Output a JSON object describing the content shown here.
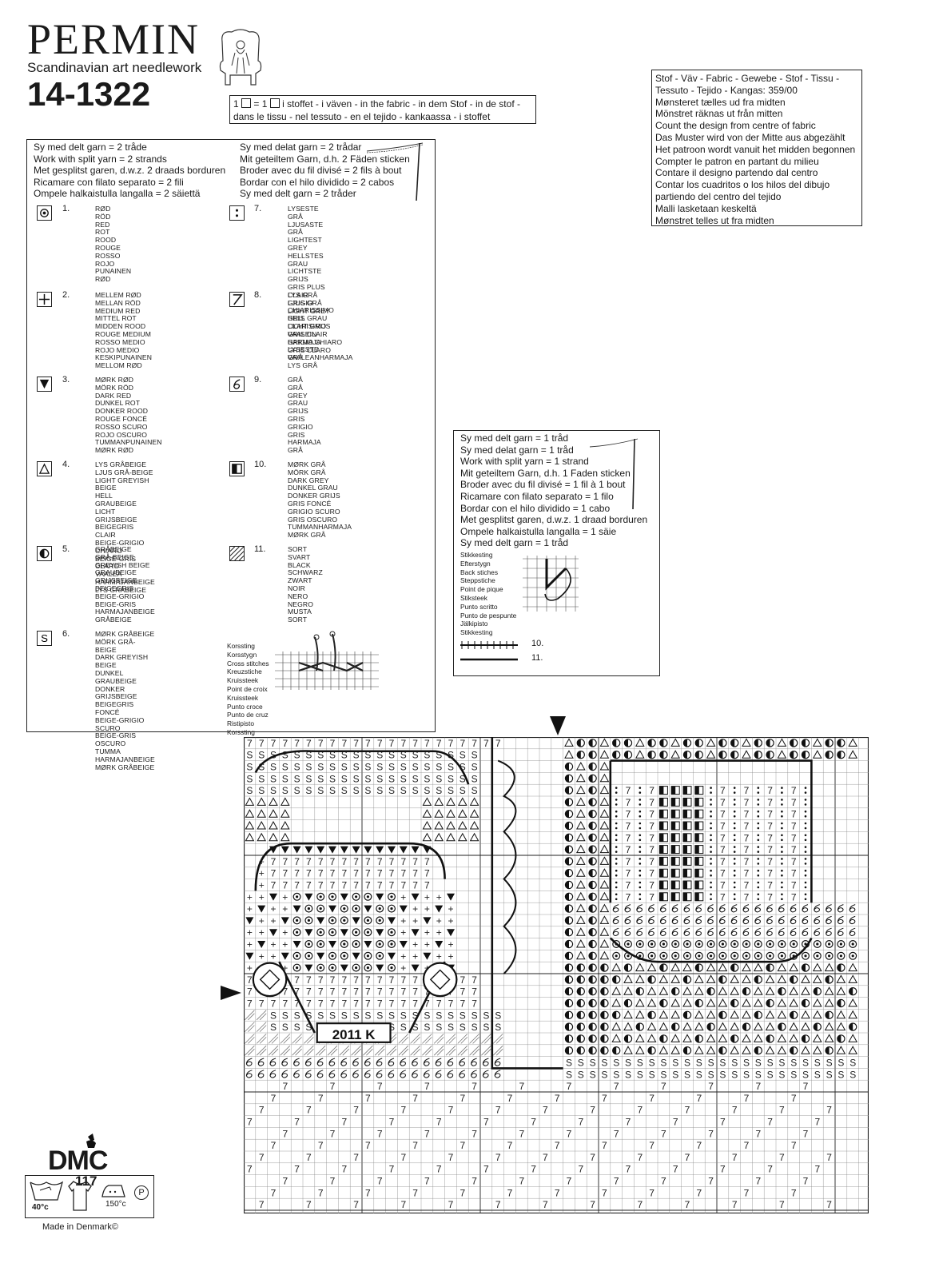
{
  "brand": {
    "name": "PERMIN",
    "tagline": "Scandinavian art needlework",
    "code": "14-1322"
  },
  "scale_note": {
    "line1": "= 1",
    "line1b": "i stoffet - i väven - in the fabric - in dem Stof - in de stof -",
    "line2": "dans le tissu - nel tessuto - en el tejido - kankaassa - i stoffet",
    "one": "1"
  },
  "fabric_info": [
    "Stof - Väv - Fabric - Gewebe - Stof - Tissu -",
    "Tessuto - Tejido - Kangas: 359/00",
    "Mønsteret tælles ud fra midten",
    "Mönstret räknas ut från mitten",
    "Count the design from centre of fabric",
    "Das Muster wird von der Mitte aus abgezählt",
    "Het patroon wordt vanuit het midden begonnen",
    "Compter le patron en partant du milieu",
    "Contare il designo partendo dal centro",
    "Contar los cuadritos o los hilos del dibujo",
    "partiendo del centro del tejido",
    "Malli lasketaan keskeltä",
    "Mønstret telles ut fra midten"
  ],
  "legend_header_left": [
    "Sy med delt garn = 2 tråde",
    "Work with split yarn = 2 strands",
    "Met gesplitst garen, d.w.z. 2 draads borduren",
    "Ricamare con filato separato = 2 fili",
    "Ompele halkaistulla langalla = 2 säiettä"
  ],
  "legend_header_right": [
    "Sy med delat garn = 2 trådar",
    "Mit geteiltem Garn, d.h. 2 Fäden sticken",
    "Broder avec du fil divisé = 2 fils à bout",
    "Bordar con el hilo dividido = 2 cabos",
    "Sy med delt garn = 2 tråder"
  ],
  "colors": [
    {
      "num": "1.",
      "icon": "dot-in-circle",
      "names": [
        "RØD",
        "RÖD",
        "RED",
        "ROT",
        "ROOD",
        "ROUGE",
        "ROSSO",
        "ROJO",
        "PUNAINEN",
        "RØD"
      ]
    },
    {
      "num": "2.",
      "icon": "plus",
      "names": [
        "MELLEM RØD",
        "MELLAN RÖD",
        "MEDIUM RED",
        "MITTEL ROT",
        "MIDDEN ROOD",
        "ROUGE MEDIUM",
        "ROSSO MEDIO",
        "ROJO MEDIO",
        "KESKIPUNAINEN",
        "MELLOM RØD"
      ]
    },
    {
      "num": "3.",
      "icon": "filled-down-triangle",
      "names": [
        "MØRK RØD",
        "MÖRK RÖD",
        "DARK RED",
        "DUNKEL ROT",
        "DONKER ROOD",
        "ROUGE FONCÉ",
        "ROSSO SCURO",
        "ROJO OSCURO",
        "TUMMANPUNAINEN",
        "MØRK RØD"
      ]
    },
    {
      "num": "4.",
      "icon": "open-triangle",
      "names": [
        "LYS GRÅBEIGE",
        "LJUS GRÅ-BEIGE",
        "LIGHT GREYISH BEIGE",
        "HELL GRAUBEIGE",
        "LICHT GRIJSBEIGE",
        "BEIGEGRIS CLAIR",
        "BEIGE-GRIGIO CHIARO",
        "BEIGE-GRIS CLARO",
        "VAALEA HARMAJANBEIGE",
        "LYS GRÅBEIGE"
      ]
    },
    {
      "num": "5.",
      "icon": "half-circle",
      "names": [
        "GRÅBEIGE",
        "GRÅ-BEIGE",
        "GREYISH BEIGE",
        "GRAUBEIGE",
        "GRIJSBEIGE",
        "BEIGEGRIS",
        "BEIGE-GRIGIO",
        "BEIGE-GRIS",
        "HARMAJANBEIGE",
        "GRÅBEIGE"
      ]
    },
    {
      "num": "6.",
      "icon": "letter-s",
      "names": [
        "MØRK GRÅBEIGE",
        "MÖRK GRÅ-BEIGE",
        "DARK GREYISH BEIGE",
        "DUNKEL GRAUBEIGE",
        "DONKER GRIJSBEIGE",
        "BEIGEGRIS FONCÉ",
        "BEIGE-GRIGIO SCURO",
        "BEIGE-GRIS OSCURO",
        "TUMMA HARMAJANBEIGE",
        "MØRK GRÅBEIGE"
      ]
    },
    {
      "num": "7.",
      "icon": "colon",
      "names": [
        "LYSESTE GRÅ",
        "LJUSASTE GRÅ",
        "LIGHTEST GREY",
        "HELLSTES GRAU",
        "LICHTSTE GRIJS",
        "GRIS PLUS CLAIR",
        "GRIGIO CHIARISSIMO",
        "GRIS CLARISIMO",
        "VAALEIN HARMAJA",
        "LYSESTE GRÅ"
      ]
    },
    {
      "num": "8.",
      "icon": "seven",
      "names": [
        "LYS GRÅ",
        "LJUS GRÅ",
        "LIGHT GREY",
        "HELL GRAU",
        "LICHT GRIJS",
        "GRIS CLAIR",
        "GRIGIO CHIARO",
        "GRIS CLARO",
        "VAALEANHARMAJA",
        "LYS GRÅ"
      ]
    },
    {
      "num": "9.",
      "icon": "six",
      "names": [
        "GRÅ",
        "GRÅ",
        "GREY",
        "GRAU",
        "GRIJS",
        "GRIS",
        "GRIGIO",
        "GRIS",
        "HARMAJA",
        "GRÅ"
      ]
    },
    {
      "num": "10.",
      "icon": "half-square",
      "names": [
        "MØRK GRÅ",
        "MÖRK GRÅ",
        "DARK GREY",
        "DUNKEL GRAU",
        "DONKER GRIJS",
        "GRIS FONCÉ",
        "GRIGIO SCURO",
        "GRIS OSCURO",
        "TUMMANHARMAJA",
        "MØRK GRÅ"
      ]
    },
    {
      "num": "11.",
      "icon": "hatched",
      "names": [
        "SORT",
        "SVART",
        "BLACK",
        "SCHWARZ",
        "ZWART",
        "NOIR",
        "NERO",
        "NEGRO",
        "MUSTA",
        "SORT"
      ]
    }
  ],
  "cross_stitch_labels": [
    "Korssting",
    "Korsstygn",
    "Cross stitches",
    "Kreuzstiche",
    "Kruissteek",
    "Point de croix",
    "Kruissteek",
    "Punto croce",
    "Punto de cruz",
    "Ristipisto",
    "Korssting"
  ],
  "split_box_lines": [
    "Sy med delt garn = 1 tråd",
    "Sy med delat garn = 1 tråd",
    "Work with split yarn = 1 strand",
    "Mit geteiltem Garn, d.h. 1 Faden sticken",
    "Broder avec du fil divisé = 1 fil à 1 bout",
    "Ricamare con filato separato = 1 filo",
    "Bordar con el hilo dividido = 1 cabo",
    "Met gesplitst garen, d.w.z. 1 draad borduren",
    "Ompele halkaistulla langalla = 1 säie",
    "Sy med delt garn = 1 tråd"
  ],
  "back_stitch_labels": [
    "Stikkesting",
    "Efterstygn",
    "Back stiches",
    "Steppstiche",
    "Point de pique",
    "Stiksteek",
    "Punto scritto",
    "Punto de pespunte",
    "Jälkipisto",
    "Stikkesting"
  ],
  "line_legend": [
    "10.",
    "11."
  ],
  "chart_sign": "2011 K",
  "dmc": {
    "logo": "DMC",
    "number": "117",
    "wash": "40°c",
    "iron": "150°c",
    "p": "P"
  },
  "made_in": "Made in Denmark©"
}
